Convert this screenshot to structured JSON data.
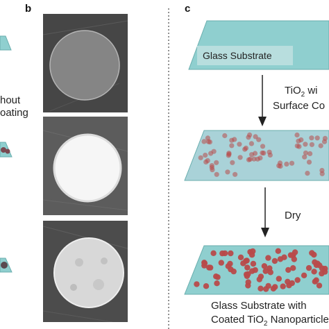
{
  "figure": {
    "panel_b_label": "b",
    "panel_c_label": "c",
    "panel_a_fragments": [
      "hout",
      "oating"
    ],
    "substrate_color": "#8fcfcf",
    "particle_color": "#b84a4a",
    "step_labels": {
      "glass_substrate": "Glass Substrate",
      "step1_line1": "TiO",
      "step1_sub": "2",
      "step1_line1_tail": " wi",
      "step1_line2": "Surface Co",
      "step2": "Dry",
      "final_line1": "Glass Substrate with",
      "final_line2_a": "Coated TiO",
      "final_line2_sub": "2",
      "final_line2_b": " Nanoparticle"
    }
  }
}
